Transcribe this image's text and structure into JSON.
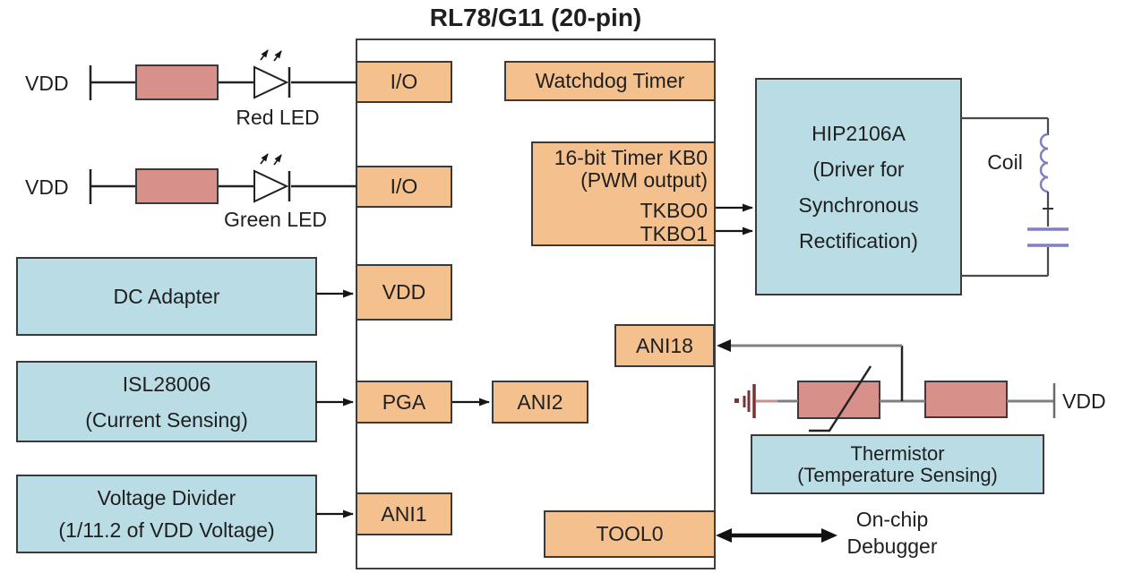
{
  "title": "RL78/G11 (20-pin)",
  "colors": {
    "pin_fill": "#F4C08D",
    "module_fill": "#B9DCE5",
    "resistor_fill": "#D7908A",
    "wire_gray": "#808080",
    "component_blue": "#7F7FC4",
    "ground_red": "#7A3333"
  },
  "mcu": {
    "pins": {
      "io_top": "I/O",
      "io_bottom": "I/O",
      "vdd": "VDD",
      "pga": "PGA",
      "ani1": "ANI1",
      "ani2": "ANI2",
      "ani18": "ANI18",
      "tool0": "TOOL0"
    },
    "watchdog_timer": "Watchdog Timer",
    "timer_kb0": {
      "line1": "16-bit Timer KB0",
      "line2": "(PWM output)",
      "output0": "TKBO0",
      "output1": "TKBO1"
    }
  },
  "left_side": {
    "red_led": {
      "supply_label": "VDD",
      "label": "Red LED"
    },
    "green_led": {
      "supply_label": "VDD",
      "label": "Green LED"
    },
    "dc_adapter": {
      "label": "DC Adapter"
    },
    "current_sense": {
      "line1": "ISL28006",
      "line2": "(Current Sensing)"
    },
    "voltage_divider": {
      "line1": "Voltage Divider",
      "line2": "(1/11.2 of VDD Voltage)"
    }
  },
  "right_side": {
    "driver": {
      "line1": "HIP2106A",
      "line2": "(Driver for",
      "line3": "Synchronous",
      "line4": "Rectification)"
    },
    "coil_label": "Coil",
    "thermistor": {
      "line1": "Thermistor",
      "line2": "(Temperature Sensing)",
      "supply_label": "VDD"
    },
    "debugger": {
      "line1": "On-chip",
      "line2": "Debugger"
    }
  }
}
